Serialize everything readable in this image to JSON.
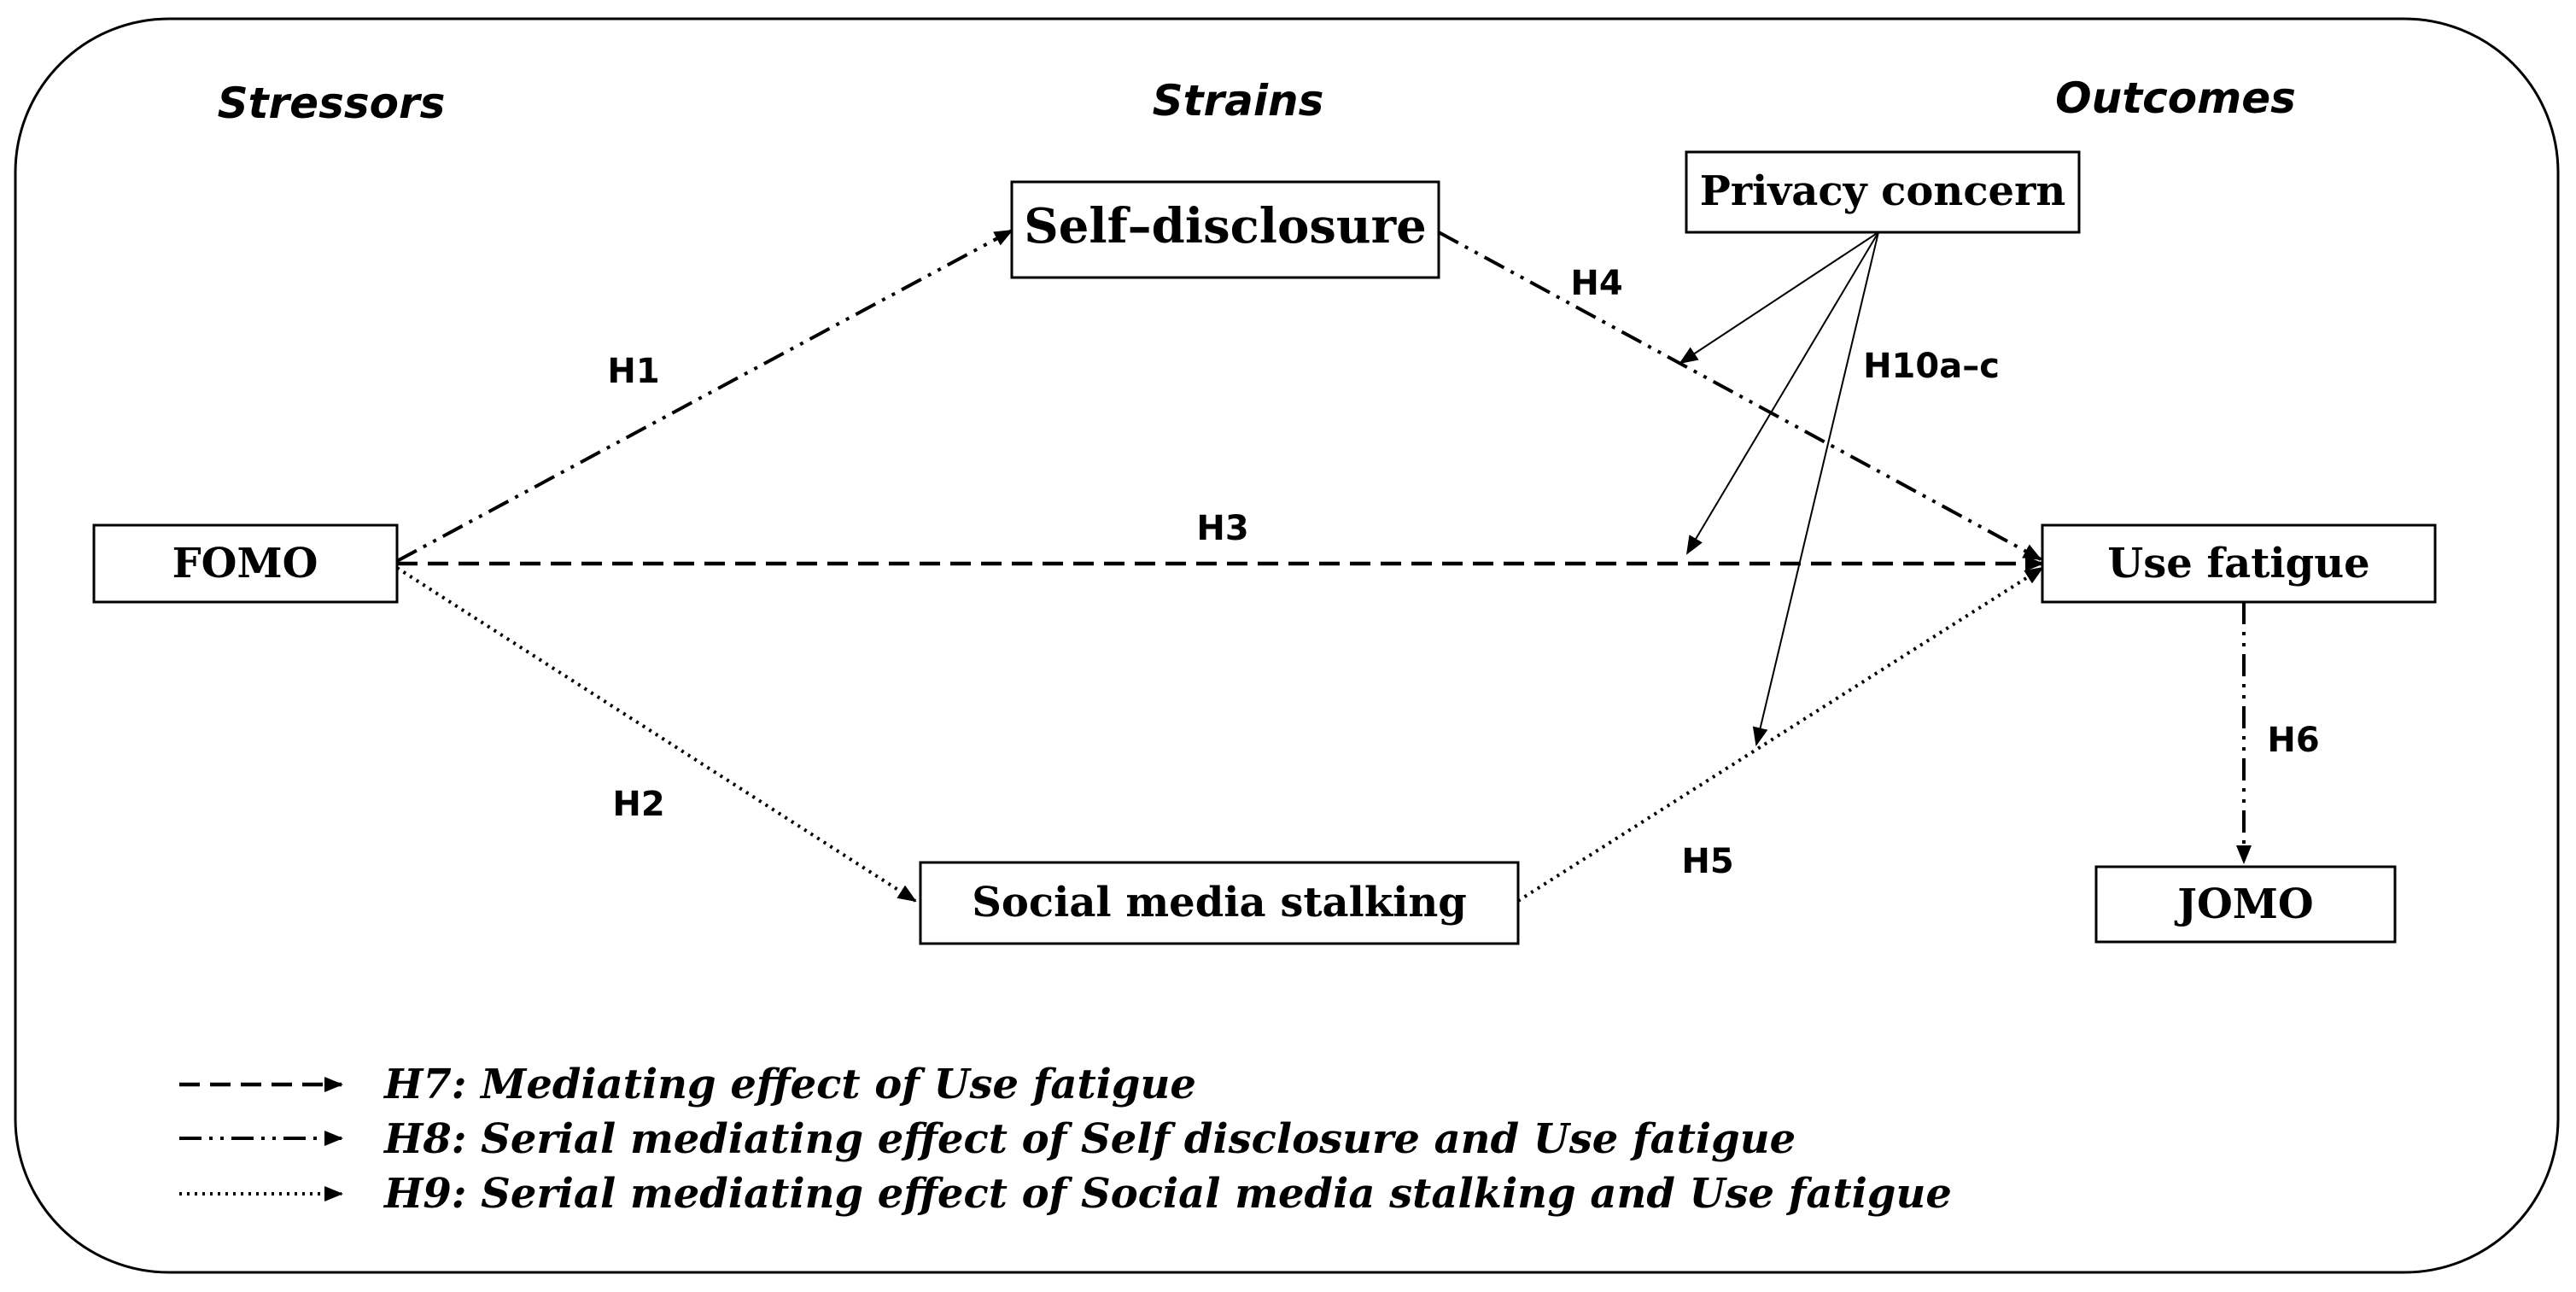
{
  "sections": {
    "stressors": "Stressors",
    "strains": "Strains",
    "outcomes": "Outcomes"
  },
  "nodes": {
    "fomo": "FOMO",
    "self_disclosure": "Self–disclosure",
    "social_media_stalking": "Social media stalking",
    "privacy_concern": "Privacy concern",
    "use_fatigue": "Use fatigue",
    "jomo": "JOMO"
  },
  "hypotheses": {
    "h1": "H1",
    "h2": "H2",
    "h3": "H3",
    "h4": "H4",
    "h5": "H5",
    "h6": "H6",
    "h10": "H10a–c"
  },
  "legend": [
    {
      "style": "dashed",
      "text": "H7: Mediating effect of Use fatigue"
    },
    {
      "style": "dash-dot-dot",
      "text": "H8: Serial mediating effect of Self disclosure and Use fatigue"
    },
    {
      "style": "dotted",
      "text": "H9: Serial mediating effect of Social media stalking and Use fatigue"
    }
  ]
}
